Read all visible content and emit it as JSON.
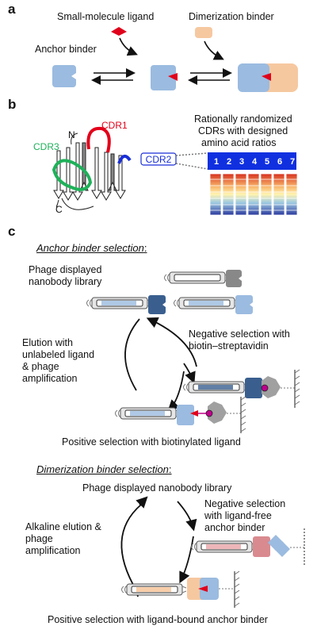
{
  "panels": {
    "a": {
      "letter": "a",
      "ligand_label": "Small-molecule ligand",
      "dimerization_label": "Dimerization binder",
      "anchor_label": "Anchor binder"
    },
    "b": {
      "letter": "b",
      "cdr1": "CDR1",
      "cdr2": "CDR2",
      "cdr3": "CDR3",
      "n_term": "N",
      "c_term": "C",
      "randomized_line1": "Rationally randomized",
      "randomized_line2": "CDRs with designed",
      "randomized_line3": "amino acid ratios",
      "cdr_numbers": [
        "1",
        "2",
        "3",
        "4",
        "5",
        "6",
        "7"
      ]
    },
    "c": {
      "letter": "c",
      "anchor_title": "Anchor binder selection",
      "anchor_title_colon": ":",
      "phage_lib_line1": "Phage displayed",
      "phage_lib_line2": "nanobody library",
      "elution_line1": "Elution with",
      "elution_line2": "unlabeled ligand",
      "elution_line3": "& phage",
      "elution_line4": "amplification",
      "neg_sel_line1": "Negative selection with",
      "neg_sel_line2": "biotin–streptavidin",
      "pos_sel": "Positive selection with biotinylated ligand",
      "dimer_title": "Dimerization binder selection",
      "dimer_title_colon": ":",
      "phage_lib_full": "Phage displayed nanobody library",
      "neg_sel2_line1": "Negative selection",
      "neg_sel2_line2": "with ligand-free",
      "neg_sel2_line3": "anchor binder",
      "alk_line1": "Alkaline elution &",
      "alk_line2": "phage",
      "alk_line3": "amplification",
      "pos_sel2": "Positive selection with ligand-bound anchor binder"
    }
  },
  "colors": {
    "anchor_blue": "#9bbbe0",
    "dark_blue": "#3a5f8f",
    "dimer_orange": "#f6c8a0",
    "ligand_red": "#e0001b",
    "streptavidin_gray": "#a0a0a0",
    "cdr1_red": "#e3001b",
    "cdr2_blue": "#1a2fd6",
    "cdr3_green": "#1fb15a",
    "ruler_blue": "#1030e0",
    "magenta": "#c0008c",
    "pink_binder": "#e9a4a8"
  }
}
